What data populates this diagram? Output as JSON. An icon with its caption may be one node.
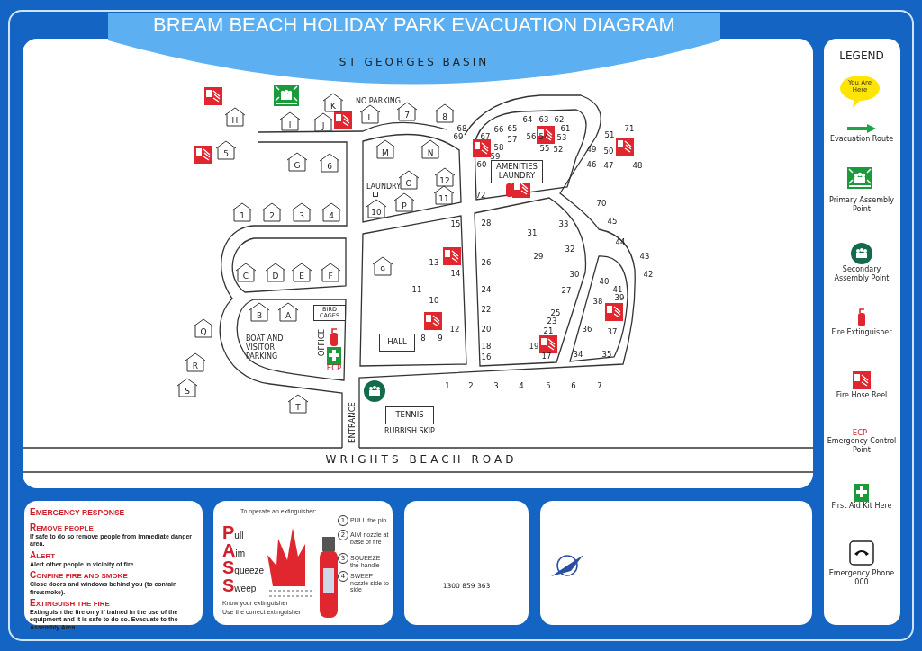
{
  "diagram": {
    "title": "BREAM BEACH HOLIDAY PARK EVACUATION DIAGRAM",
    "nodes": [
      {
        "text": [
          "ST GEORGES BASIN"
        ]
      },
      {
        "text": [
          "K"
        ]
      },
      {
        "text": [
          "H"
        ]
      },
      {
        "text": [
          "I"
        ]
      },
      {
        "text": [
          "J"
        ]
      },
      {
        "text": [
          "L"
        ]
      },
      {
        "text": [
          "7"
        ]
      },
      {
        "text": [
          "8"
        ]
      },
      {
        "text": [
          "5"
        ]
      },
      {
        "text": [
          "M"
        ]
      },
      {
        "text": [
          "N"
        ]
      },
      {
        "text": [
          "G"
        ]
      },
      {
        "text": [
          "6"
        ]
      },
      {
        "text": [
          "O"
        ]
      },
      {
        "text": [
          "12"
        ]
      },
      {
        "text": [
          "11"
        ]
      },
      {
        "text": [
          "P"
        ]
      },
      {
        "text": [
          "10"
        ]
      },
      {
        "text": [
          "1"
        ]
      },
      {
        "text": [
          "2"
        ]
      },
      {
        "text": [
          "3"
        ]
      },
      {
        "text": [
          "4"
        ]
      },
      {
        "text": [
          "9"
        ]
      },
      {
        "text": [
          "C"
        ]
      },
      {
        "text": [
          "D"
        ]
      },
      {
        "text": [
          "E"
        ]
      },
      {
        "text": [
          "F"
        ]
      },
      {
        "text": [
          "B"
        ]
      },
      {
        "text": [
          "A"
        ]
      },
      {
        "text": [
          "Q"
        ]
      },
      {
        "text": [
          "R"
        ]
      },
      {
        "text": [
          "S"
        ]
      },
      {
        "text": [
          "T"
        ]
      },
      {
        "text": [],
        "shape": "box"
      },
      {
        "text": [
          "AMENITIES LAUNDRY"
        ]
      },
      {
        "text": [
          "BIRD CAGES"
        ]
      },
      {
        "text": [
          "HALL"
        ]
      },
      {
        "text": [
          "TENNIS"
        ]
      },
      {
        "text": [
          "EMERGENCY RESPONSE",
          "REMOVE PEOPLE",
          "If safe to do so remove people from immediate danger area.",
          "ALERT",
          "Alert other people in vicinity of fire.",
          "CONFINE FIRE AND SMOKE",
          "Close doors and windows behind you (to contain fire/smoke).",
          "EXTINGUISH THE FIRE",
          "Extinguish the fire only if trained in the use of the equipment and it is safe to do so. Evacuate to the Assembly Area."
        ]
      },
      {
        "text": [
          "To operate an extinguisher:",
          "Pull",
          "Aim",
          "Squeeze",
          "Sweep",
          "PULL the pin",
          "AIM nozzle at base of fire",
          "SQUEEZE the handle",
          "SWEEP nozzle side to side",
          "Know your extinguisher",
          "Use the correct extinguisher"
        ]
      },
      {
        "text": [
          "1300 859 363"
        ]
      },
      {
        "text": [],
        "shape": "box"
      }
    ],
    "edges": [],
    "labels": [
      "NO PARKING",
      "64",
      "63",
      "62",
      "68",
      "66",
      "65",
      "61",
      "71",
      "69",
      "67",
      "57",
      "56",
      "54",
      "53",
      "51",
      "58",
      "55",
      "52",
      "49",
      "50",
      "59",
      "60",
      "46",
      "47",
      "48",
      "LAUNDRY",
      "72",
      "70",
      "15",
      "28",
      "33",
      "45",
      "31",
      "44",
      "32",
      "29",
      "43",
      "13",
      "26",
      "14",
      "30",
      "42",
      "40",
      "11",
      "24",
      "27",
      "41",
      "10",
      "38",
      "39",
      "22",
      "25",
      "23",
      "12",
      "20",
      "21",
      "36",
      "37",
      "BOAT AND VISITOR PARKING",
      "OFFICE",
      "8",
      "9",
      "18",
      "19",
      "16",
      "17",
      "34",
      "35",
      "ECP",
      "1",
      "2",
      "3",
      "4",
      "5",
      "6",
      "7",
      "ENTRANCE",
      "RUBBISH SKIP",
      "WRIGHTS BEACH ROAD",
      "LEGEND",
      "ECP",
      "1",
      "2",
      "3",
      "4"
    ],
    "legend": [
      {
        "text": "You Are Here"
      },
      {
        "text": "Evacuation Route"
      },
      {
        "text": "Primary Assembly Point"
      },
      {
        "text": "Secondary Assembly Point"
      },
      {
        "text": "Fire Extinguisher"
      },
      {
        "text": "Fire Hose Reel"
      },
      {
        "text": "Emergency Control Point"
      },
      {
        "text": "First Aid Kit Here"
      },
      {
        "text": "Emergency Phone 000"
      }
    ]
  }
}
